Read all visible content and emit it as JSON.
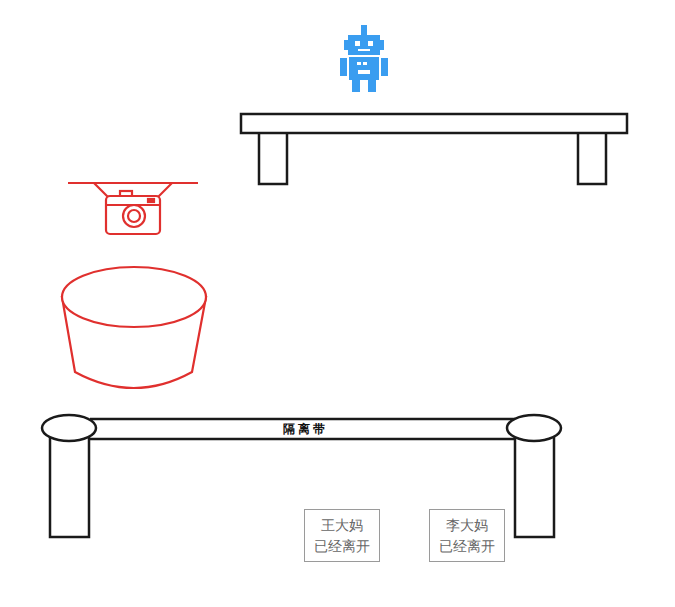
{
  "diagram": {
    "nodes": [
      {
        "text": [
          "隔离带"
        ]
      },
      {
        "text": [
          "王大妈 已经离开"
        ]
      },
      {
        "text": [
          "李大妈 已经离开"
        ]
      }
    ]
  }
}
